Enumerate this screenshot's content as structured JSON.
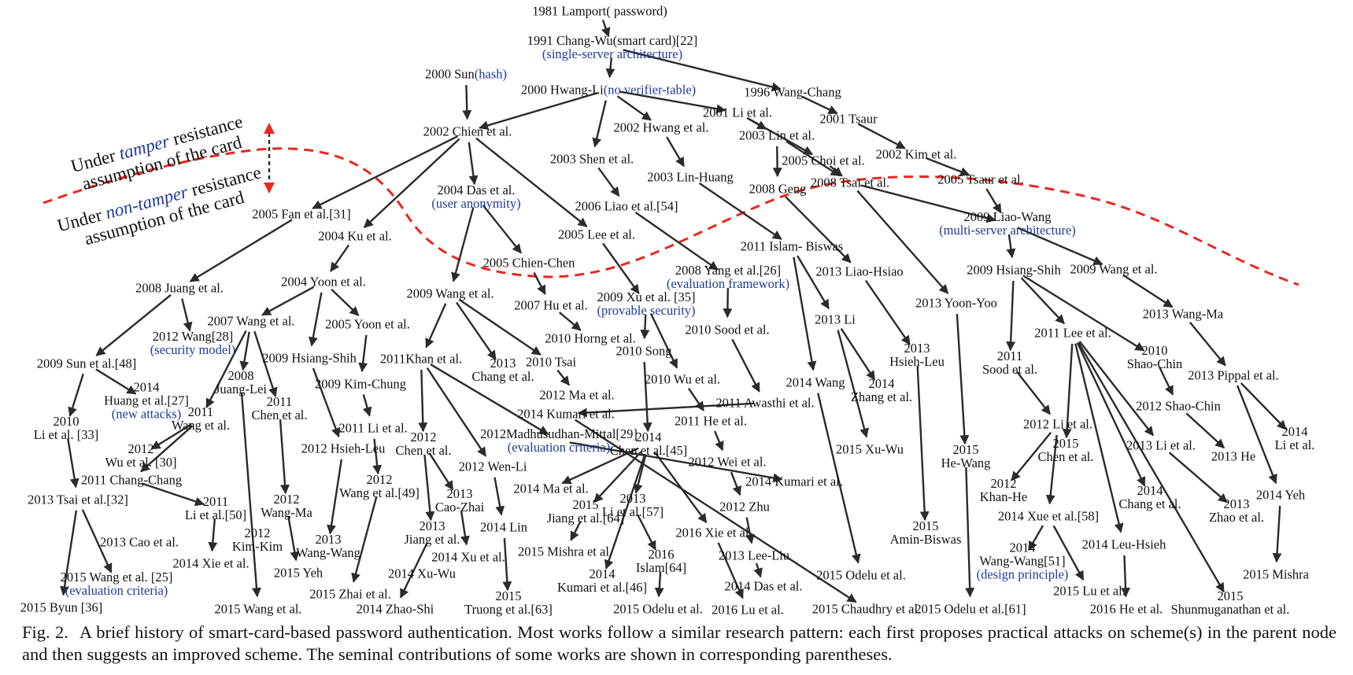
{
  "caption": {
    "label": "Fig. 2.",
    "text": "A brief history of smart-card-based password authentication. Most works follow a similar research pattern: each first proposes practical attacks on scheme(s) in the parent node and then suggests an improved scheme. The seminal contributions of some works are shown in corresponding parentheses."
  },
  "regions": {
    "tamper": {
      "pre": "Under ",
      "key": "tamper",
      "post": " resistance",
      "line2": "assumption of the card"
    },
    "non_tamper": {
      "pre": "Under ",
      "key": "non-tamper",
      "post": " resistance",
      "line2": "assumption of the card"
    }
  },
  "colors": {
    "contribution": "#1f3a9c",
    "boundary": "#e8281e",
    "arrow": "#2b2b2b"
  },
  "nodes": [
    {
      "id": "lamport",
      "label": "1981 Lamport( password)"
    },
    {
      "id": "changwu",
      "label": "1991 Chang-Wu(smart card)[22]",
      "sub": "(single-server architecture)"
    },
    {
      "id": "sun",
      "label": "2000 Sun",
      "sub": "(hash)"
    },
    {
      "id": "hwangli",
      "label": "2000 Hwang-Li",
      "sub": "(no verifier-table)"
    },
    {
      "id": "wangchang",
      "label": "1996 Wang-Chang"
    },
    {
      "id": "li2001",
      "label": "2001 Li et al."
    },
    {
      "id": "tsaur2001",
      "label": "2001 Tsaur"
    },
    {
      "id": "chien2002",
      "label": "2002 Chien et al."
    },
    {
      "id": "hwang2002",
      "label": "2002 Hwang et al."
    },
    {
      "id": "lin2003",
      "label": "2003 Lin et al."
    },
    {
      "id": "kim2002",
      "label": "2002 Kim et al."
    },
    {
      "id": "shen2003",
      "label": "2003 Shen et al."
    },
    {
      "id": "choi2005",
      "label": "2005 Choi et al."
    },
    {
      "id": "linhuang",
      "label": "2003 Lin-Huang"
    },
    {
      "id": "tsai2008",
      "label": "2008 Tsai et al."
    },
    {
      "id": "tsaur2005",
      "label": "2005 Tsaur et al."
    },
    {
      "id": "geng2008",
      "label": "2008 Geng"
    },
    {
      "id": "das2004",
      "label": "2004 Das et al.",
      "sub": "(user anonymity)"
    },
    {
      "id": "fan2005",
      "label": "2005 Fan et al.[31]"
    },
    {
      "id": "liao2006",
      "label": "2006 Liao et al.[54]"
    },
    {
      "id": "liaowang",
      "label": "2009 Liao-Wang",
      "sub": "(multi-server architecture)"
    },
    {
      "id": "ku2004",
      "label": "2004 Ku et al."
    },
    {
      "id": "lee2005",
      "label": "2005 Lee et al."
    },
    {
      "id": "islam2011",
      "label": "2011 Islam- Biswas"
    },
    {
      "id": "chienchen",
      "label": "2005 Chien-Chen"
    },
    {
      "id": "yang2008",
      "label": "2008 Yang et al.[26]",
      "sub": "(evaluation framework)"
    },
    {
      "id": "liaohsiao",
      "label": "2013 Liao-Hsiao"
    },
    {
      "id": "hsiangshih2009",
      "label": "2009 Hsiang-Shih"
    },
    {
      "id": "wang2009b",
      "label": "2009 Wang et al."
    },
    {
      "id": "juang2008",
      "label": "2008 Juang et al."
    },
    {
      "id": "yoon2004",
      "label": "2004 Yoon et al."
    },
    {
      "id": "wang2009",
      "label": "2009 Wang et al."
    },
    {
      "id": "xu2009",
      "label": "2009 Xu et al. [35]",
      "sub": "(provable security)"
    },
    {
      "id": "hu2007",
      "label": "2007 Hu et al."
    },
    {
      "id": "yoonyoo",
      "label": "2013 Yoon-Yoo"
    },
    {
      "id": "wangma2013",
      "label": "2013 Wang-Ma"
    },
    {
      "id": "wang2007",
      "label": "2007 Wang  et al."
    },
    {
      "id": "yoon2005",
      "label": "2005 Yoon  et al."
    },
    {
      "id": "li2013",
      "label": "2013 Li"
    },
    {
      "id": "sood2010",
      "label": "2010 Sood et al."
    },
    {
      "id": "wang2012",
      "label": "2012 Wang[28]",
      "sub": "(security model)"
    },
    {
      "id": "horng2010",
      "label": "2010 Horng et al."
    },
    {
      "id": "song2010",
      "label": "2010 Song"
    },
    {
      "id": "lee2011",
      "label": "2011 Lee et al."
    },
    {
      "id": "sun2009",
      "label": "2009 Sun et al.[48]"
    },
    {
      "id": "hsiangshih2009b",
      "label": "2009 Hsiang-Shih"
    },
    {
      "id": "khan2011",
      "label": "2011Khan et al."
    },
    {
      "id": "tsai2010",
      "label": "2010 Tsai"
    },
    {
      "id": "hsiehleu2013",
      "label": "2013",
      "line2": "Hsieh-Leu"
    },
    {
      "id": "sood2011",
      "label": "2011",
      "line2": "Sood et al."
    },
    {
      "id": "shaochin2010",
      "label": "2010",
      "line2": "Shao-Chin"
    },
    {
      "id": "juanglei2008",
      "label": "2008",
      "line2": "Juang-Lei"
    },
    {
      "id": "chang2013",
      "label": "2013",
      "line2": "Chang et al."
    },
    {
      "id": "pippal2013",
      "label": "2013 Pippal et al."
    },
    {
      "id": "kimchung2009",
      "label": "2009 Kim-Chung"
    },
    {
      "id": "wu2010",
      "label": "2010 Wu et al."
    },
    {
      "id": "wang2014",
      "label": "2014 Wang"
    },
    {
      "id": "huang2014",
      "label": "2014",
      "line2": "Huang et al.[27]",
      "sub": "(new attacks)"
    },
    {
      "id": "ma2012",
      "label": "2012 Ma et al."
    },
    {
      "id": "zhang2014",
      "label": "2014",
      "line2": "Zhang et al."
    },
    {
      "id": "chen2011",
      "label": "2011",
      "line2": "Chen et al."
    },
    {
      "id": "awasthi2011",
      "label": "2011 Awasthi et al."
    },
    {
      "id": "wang2011",
      "label": "2011",
      "line2": "Wang et al."
    },
    {
      "id": "kumari2014",
      "label": "2014 Kumari et al."
    },
    {
      "id": "shaochin2012",
      "label": "2012 Shao-Chin"
    },
    {
      "id": "li2010",
      "label": "2010",
      "line2": "Li et al. [33]"
    },
    {
      "id": "he2011",
      "label": "2011 He et al."
    },
    {
      "id": "li2012",
      "label": "2012 Li et al."
    },
    {
      "id": "li2011",
      "label": "2011 Li et al."
    },
    {
      "id": "li2014",
      "label": "2014",
      "line2": "Li et al."
    },
    {
      "id": "chen2012",
      "label": "2012",
      "line2": "Chen et al."
    },
    {
      "id": "madhusudhan",
      "label": "2012Madhusudhan-Mittal[29]",
      "sub": "(evaluation criteria)"
    },
    {
      "id": "chen2014",
      "label": "2014",
      "line2": "Chen et al.[45]"
    },
    {
      "id": "hsiehleu2012",
      "label": "2012 Hsieh-Leu"
    },
    {
      "id": "xuwu2015",
      "label": "2015 Xu-Wu"
    },
    {
      "id": "wu2012",
      "label": "2012",
      "line2": "Wu et al. [30]"
    },
    {
      "id": "hewang2015",
      "label": "2015",
      "line2": "He-Wang"
    },
    {
      "id": "chen2015",
      "label": "2015",
      "line2": "Chen et al."
    },
    {
      "id": "li2013b",
      "label": "2013 Li et al."
    },
    {
      "id": "he2013",
      "label": "2013 He"
    },
    {
      "id": "wenli2012",
      "label": "2012 Wen-Li"
    },
    {
      "id": "wei2012",
      "label": "2012 Wei et al."
    },
    {
      "id": "changchang2011",
      "label": "2011 Chang-Chang"
    },
    {
      "id": "wang2012b",
      "label": "2012",
      "line2": "Wang et al.[49]"
    },
    {
      "id": "khanhe2012",
      "label": "2012",
      "line2": "Khan-He"
    },
    {
      "id": "ma2014",
      "label": "2014 Ma et al."
    },
    {
      "id": "kumari2014b",
      "label": "2014 Kumari et al."
    },
    {
      "id": "chang2014",
      "label": "2014",
      "line2": "Chang et al."
    },
    {
      "id": "yeh2014",
      "label": "2014 Yeh"
    },
    {
      "id": "tsai2013",
      "label": "2013 Tsai et al.[32]"
    },
    {
      "id": "caozhai2013",
      "label": "2013",
      "line2": "Cao-Zhai"
    },
    {
      "id": "li2013c",
      "label": "2013",
      "line2": "Li et al.[57]"
    },
    {
      "id": "jiang2015",
      "label": "2015",
      "line2": "Jiang et al.[64]"
    },
    {
      "id": "li2011b",
      "label": "2011",
      "line2": "Li et al.[50]"
    },
    {
      "id": "wangma2012",
      "label": "2012",
      "line2": "Wang-Ma"
    },
    {
      "id": "zhu2012",
      "label": "2012 Zhu"
    },
    {
      "id": "zhao2013",
      "label": "2013",
      "line2": "Zhao et al."
    },
    {
      "id": "xue2014",
      "label": "2014 Xue et al.[58]"
    },
    {
      "id": "lin2014",
      "label": "2014 Lin"
    },
    {
      "id": "xie2016",
      "label": "2016 Xie et al."
    },
    {
      "id": "cao2013",
      "label": "2013 Cao et al."
    },
    {
      "id": "kimkim2012",
      "label": "2012",
      "line2": "Kim-Kim"
    },
    {
      "id": "jiang2013",
      "label": "2013",
      "line2": "Jiang et al."
    },
    {
      "id": "mishra2015",
      "label": "2015 Mishra et al."
    },
    {
      "id": "aminbiswas",
      "label": "2015",
      "line2": "Amin-Biswas"
    },
    {
      "id": "leehsieh2014",
      "label": "2014 Leu-Hsieh"
    },
    {
      "id": "wangwang2013",
      "label": "2013",
      "line2": "Wang-Wang"
    },
    {
      "id": "xie2014",
      "label": "2014 Xie et al."
    },
    {
      "id": "xu2014",
      "label": "2014 Xu et al."
    },
    {
      "id": "leeliu2013",
      "label": "2013  Lee-Liu"
    },
    {
      "id": "wangwang2014",
      "label": "2014",
      "line2": "Wang-Wang[51]",
      "sub": "(design principle)"
    },
    {
      "id": "islam2016",
      "label": "2016",
      "line2": "Islam[64]"
    },
    {
      "id": "yeh2015",
      "label": "2015 Yeh"
    },
    {
      "id": "xuwu2014",
      "label": "2014 Xu-Wu"
    },
    {
      "id": "kumari2014c",
      "label": "2014",
      "line2": "Kumari et al.[46]"
    },
    {
      "id": "odelu2015",
      "label": "2015 Odelu  et al."
    },
    {
      "id": "mishra2015b",
      "label": "2015 Mishra"
    },
    {
      "id": "wang2015",
      "label": "2015 Wang et al. [25]",
      "sub": "(evaluation criteria)"
    },
    {
      "id": "das2014",
      "label": "2014 Das et al."
    },
    {
      "id": "lu2015",
      "label": "2015 Lu et al."
    },
    {
      "id": "zhai2015",
      "label": "2015 Zhai et al."
    },
    {
      "id": "truong2015",
      "label": "2015",
      "line2": "Truong et al.[63]"
    },
    {
      "id": "shunmu2015",
      "label": "2015",
      "line2": "Shunmuganathan et al."
    },
    {
      "id": "byun2015",
      "label": "2015 Byun [36]"
    },
    {
      "id": "wang2015b",
      "label": "2015 Wang et al."
    },
    {
      "id": "zhaoshi2014",
      "label": "2014 Zhao-Shi"
    },
    {
      "id": "odelu2015b",
      "label": "2015 Odelu et al."
    },
    {
      "id": "lu2016",
      "label": "2016 Lu et al."
    },
    {
      "id": "chaudhry2015",
      "label": "2015 Chaudhry et al."
    },
    {
      "id": "odelu2015c",
      "label": "2015 Odelu et al.[61]"
    },
    {
      "id": "he2016",
      "label": "2016 He et al."
    }
  ],
  "edges": [
    [
      "lamport",
      "changwu"
    ],
    [
      "changwu",
      "hwangli"
    ],
    [
      "changwu",
      "wangchang"
    ],
    [
      "sun",
      "chien2002"
    ],
    [
      "hwangli",
      "chien2002"
    ],
    [
      "hwangli",
      "shen2003"
    ],
    [
      "hwangli",
      "hwang2002"
    ],
    [
      "hwangli",
      "li2001"
    ],
    [
      "wangchang",
      "tsaur2001"
    ],
    [
      "li2001",
      "lin2003"
    ],
    [
      "li2001",
      "choi2005"
    ],
    [
      "tsaur2001",
      "kim2002"
    ],
    [
      "kim2002",
      "tsaur2005"
    ],
    [
      "lin2003",
      "geng2008"
    ],
    [
      "lin2003",
      "tsai2008"
    ],
    [
      "choi2005",
      "tsai2008"
    ],
    [
      "tsai2008",
      "liaowang"
    ],
    [
      "tsaur2005",
      "liaowang"
    ],
    [
      "hwang2002",
      "linhuang"
    ],
    [
      "linhuang",
      "islam2011"
    ],
    [
      "shen2003",
      "liao2006"
    ],
    [
      "liao2006",
      "yang2008"
    ],
    [
      "chien2002",
      "fan2005"
    ],
    [
      "chien2002",
      "ku2004"
    ],
    [
      "chien2002",
      "das2004"
    ],
    [
      "chien2002",
      "lee2005"
    ],
    [
      "das2004",
      "chienchen"
    ],
    [
      "das2004",
      "wang2009"
    ],
    [
      "chienchen",
      "hu2007"
    ],
    [
      "hu2007",
      "horng2010"
    ],
    [
      "lee2005",
      "xu2009"
    ],
    [
      "xu2009",
      "song2010"
    ],
    [
      "xu2009",
      "wu2010"
    ],
    [
      "wu2010",
      "he2011"
    ],
    [
      "he2011",
      "wei2012"
    ],
    [
      "wei2012",
      "zhu2012"
    ],
    [
      "zhu2012",
      "leeliu2013"
    ],
    [
      "leeliu2013",
      "das2014"
    ],
    [
      "yang2008",
      "sood2010"
    ],
    [
      "sood2010",
      "awasthi2011"
    ],
    [
      "awasthi2011",
      "kumari2014"
    ],
    [
      "islam2011",
      "wang2014"
    ],
    [
      "islam2011",
      "li2013"
    ],
    [
      "li2013",
      "zhang2014"
    ],
    [
      "li2013",
      "xuwu2015"
    ],
    [
      "geng2008",
      "liaohsiao"
    ],
    [
      "liaohsiao",
      "hsiehleu2013"
    ],
    [
      "hsiehleu2013",
      "aminbiswas"
    ],
    [
      "tsai2008",
      "yoonyoo"
    ],
    [
      "yoonyoo",
      "hewang2015"
    ],
    [
      "hewang2015",
      "odelu2015c"
    ],
    [
      "liaowang",
      "hsiangshih2009"
    ],
    [
      "liaowang",
      "wang2009b"
    ],
    [
      "wang2009b",
      "wangma2013"
    ],
    [
      "wangma2013",
      "pippal2013"
    ],
    [
      "pippal2013",
      "li2014"
    ],
    [
      "pippal2013",
      "yeh2014"
    ],
    [
      "yeh2014",
      "mishra2015b"
    ],
    [
      "hsiangshih2009",
      "sood2011"
    ],
    [
      "hsiangshih2009",
      "lee2011"
    ],
    [
      "hsiangshih2009",
      "shaochin2010"
    ],
    [
      "shaochin2010",
      "shaochin2012"
    ],
    [
      "shaochin2012",
      "he2013"
    ],
    [
      "sood2011",
      "li2012"
    ],
    [
      "li2012",
      "khanhe2012"
    ],
    [
      "li2012",
      "xue2014"
    ],
    [
      "xue2014",
      "wangwang2014"
    ],
    [
      "xue2014",
      "lu2015"
    ],
    [
      "lee2011",
      "chen2015"
    ],
    [
      "lee2011",
      "chang2014"
    ],
    [
      "lee2011",
      "li2013b"
    ],
    [
      "lee2011",
      "leehsieh2014"
    ],
    [
      "lee2011",
      "shunmu2015"
    ],
    [
      "leehsieh2014",
      "he2016"
    ],
    [
      "li2013b",
      "zhao2013"
    ],
    [
      "fan2005",
      "juang2008"
    ],
    [
      "juang2008",
      "sun2009"
    ],
    [
      "juang2008",
      "wang2012"
    ],
    [
      "sun2009",
      "huang2014"
    ],
    [
      "sun2009",
      "li2010"
    ],
    [
      "li2010",
      "tsai2013"
    ],
    [
      "tsai2013",
      "byun2015"
    ],
    [
      "tsai2013",
      "wang2015"
    ],
    [
      "ku2004",
      "yoon2004"
    ],
    [
      "yoon2004",
      "wang2007"
    ],
    [
      "yoon2004",
      "hsiangshih2009b"
    ],
    [
      "yoon2004",
      "yoon2005"
    ],
    [
      "wang2007",
      "wang2011"
    ],
    [
      "wang2007",
      "juanglei2008"
    ],
    [
      "wang2007",
      "chen2011"
    ],
    [
      "wang2011",
      "wu2012"
    ],
    [
      "wang2011",
      "changchang2011"
    ],
    [
      "changchang2011",
      "li2011b"
    ],
    [
      "li2011b",
      "xie2014"
    ],
    [
      "juanglei2008",
      "wang2015b"
    ],
    [
      "chen2011",
      "wangma2012"
    ],
    [
      "wangma2012",
      "yeh2015"
    ],
    [
      "hsiangshih2009b",
      "hsiehleu2012"
    ],
    [
      "hsiehleu2012",
      "wangwang2013"
    ],
    [
      "yoon2005",
      "kimchung2009"
    ],
    [
      "kimchung2009",
      "li2011"
    ],
    [
      "li2011",
      "wang2012b"
    ],
    [
      "wang2012b",
      "zhai2015"
    ],
    [
      "wang2009",
      "khan2011"
    ],
    [
      "wang2009",
      "chang2013"
    ],
    [
      "wang2009",
      "tsai2010"
    ],
    [
      "tsai2010",
      "ma2012"
    ],
    [
      "khan2011",
      "chen2012"
    ],
    [
      "khan2011",
      "wenli2012"
    ],
    [
      "khan2011",
      "madhusudhan"
    ],
    [
      "madhusudhan",
      "kumari2014b"
    ],
    [
      "chen2012",
      "jiang2013"
    ],
    [
      "chen2012",
      "caozhai2013"
    ],
    [
      "caozhai2013",
      "xu2014"
    ],
    [
      "jiang2013",
      "zhaoshi2014"
    ],
    [
      "wenli2012",
      "lin2014"
    ],
    [
      "lin2014",
      "truong2015"
    ],
    [
      "song2010",
      "chen2014"
    ],
    [
      "chen2014",
      "ma2014"
    ],
    [
      "chen2014",
      "jiang2015"
    ],
    [
      "chen2014",
      "li2013c"
    ],
    [
      "chen2014",
      "xie2016"
    ],
    [
      "chen2014",
      "kumari2014c"
    ],
    [
      "jiang2015",
      "mishra2015"
    ],
    [
      "li2013c",
      "islam2016"
    ],
    [
      "islam2016",
      "odelu2015b"
    ],
    [
      "xie2016",
      "lu2016"
    ],
    [
      "wang2014",
      "odelu2015"
    ],
    [
      "kumari2014",
      "chaudhry2015"
    ]
  ]
}
